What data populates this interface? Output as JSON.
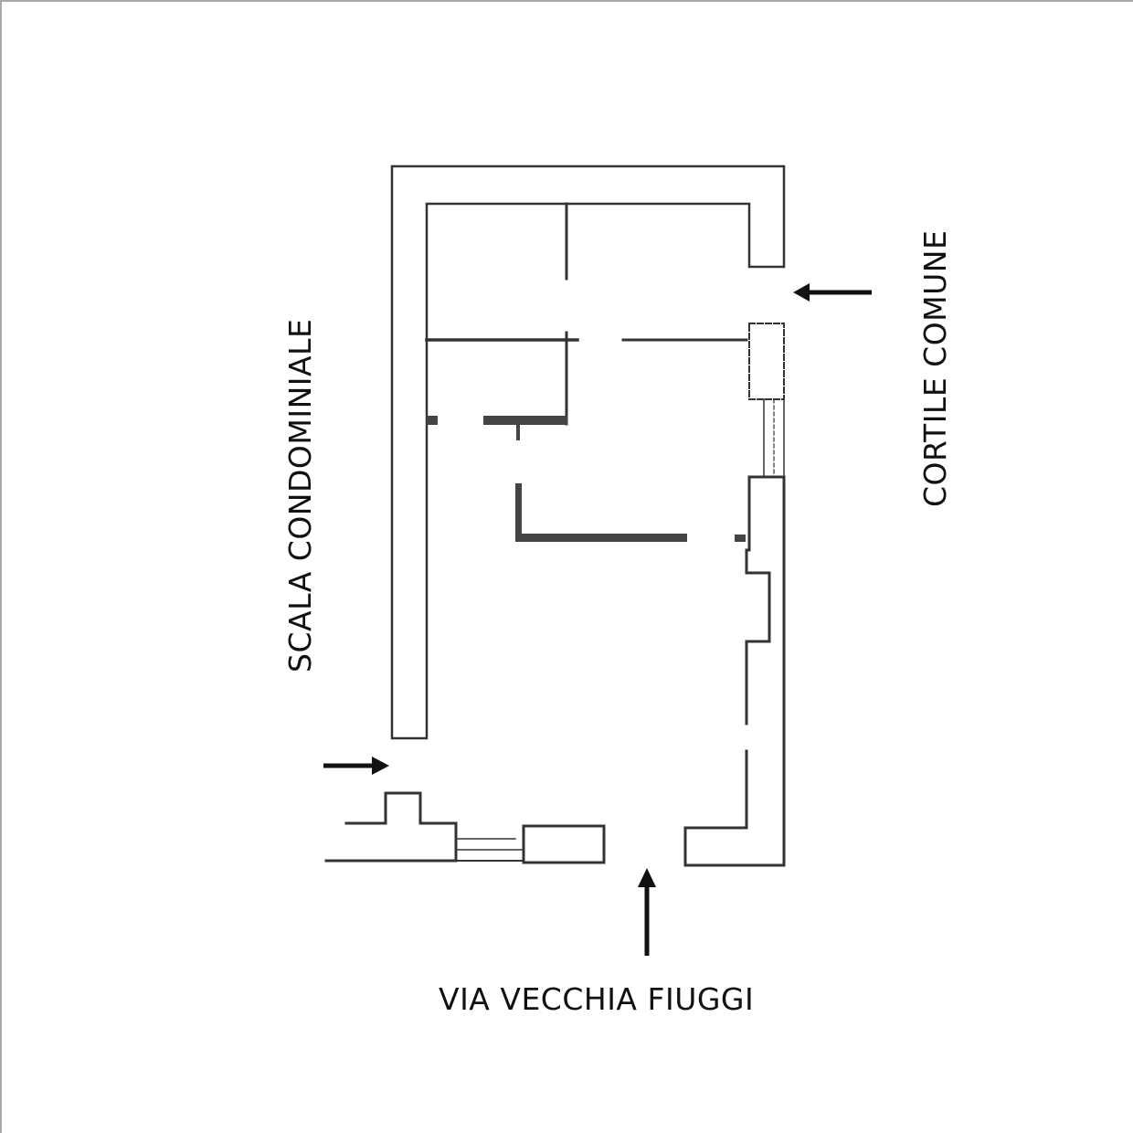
{
  "drawing": {
    "type": "floor-plan",
    "colors": {
      "wall": "#333333",
      "wall_thick": "#444444",
      "arrow": "#111111",
      "background": "#ffffff"
    }
  },
  "labels": {
    "left": "SCALA CONDOMINIALE",
    "right": "CORTILE COMUNE",
    "bottom": "VIA VECCHIA FIUGGI"
  },
  "entrances": [
    {
      "id": "entrance-cortile",
      "direction": "left",
      "label_ref": "right"
    },
    {
      "id": "entrance-scala",
      "direction": "right",
      "label_ref": "left"
    },
    {
      "id": "entrance-via",
      "direction": "up",
      "label_ref": "bottom"
    }
  ]
}
